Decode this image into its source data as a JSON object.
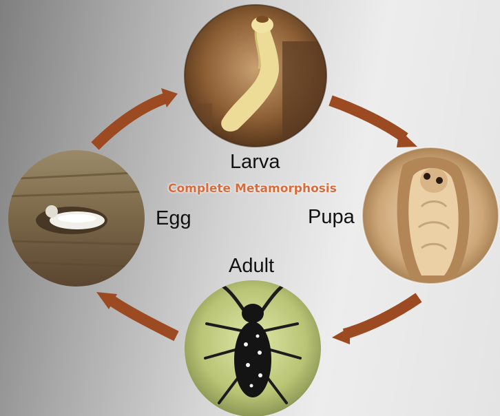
{
  "diagram": {
    "title": "Complete Metamorphosis",
    "stages": [
      {
        "id": "larva",
        "label": "Larva",
        "icon": "larva-photo"
      },
      {
        "id": "pupa",
        "label": "Pupa",
        "icon": "pupa-photo"
      },
      {
        "id": "adult",
        "label": "Adult",
        "icon": "adult-beetle-photo"
      },
      {
        "id": "egg",
        "label": "Egg",
        "icon": "egg-photo"
      }
    ],
    "arrow_color": "#9c4a22"
  }
}
